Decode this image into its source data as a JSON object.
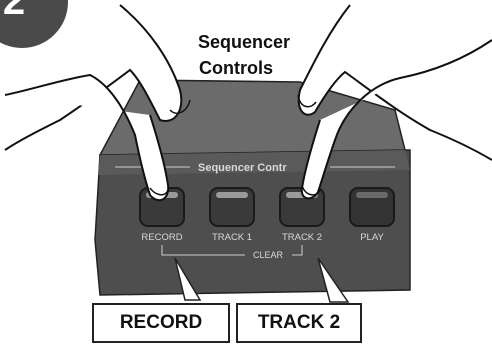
{
  "step_number": "2",
  "heading": {
    "line1": "Sequencer",
    "line2": "Controls"
  },
  "panel_label": "Sequencer Contr",
  "buttons": [
    {
      "label": "RECORD"
    },
    {
      "label": "TRACK 1"
    },
    {
      "label": "TRACK 2"
    },
    {
      "label": "PLAY"
    }
  ],
  "clear_label": "CLEAR",
  "callouts": [
    {
      "label": "RECORD"
    },
    {
      "label": "TRACK 2"
    }
  ],
  "colors": {
    "panel": "#5a5a5a",
    "button": "#3f3f3f",
    "step_badge": "#4a4a4a"
  }
}
